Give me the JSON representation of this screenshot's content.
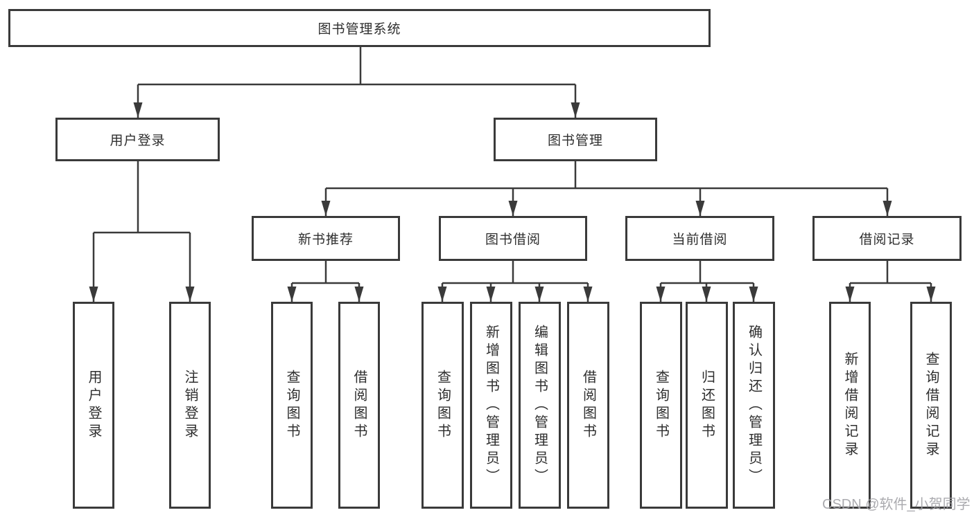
{
  "diagram": {
    "type": "hierarchy-flowchart",
    "line_color": "#3a3a3a",
    "text_color": "#2e2e2e",
    "box_background": "#ffffff",
    "root": {
      "label": "图书管理系统",
      "children": [
        {
          "label": "用户登录",
          "children": [
            {
              "label": "用户登录"
            },
            {
              "label": "注销登录"
            }
          ]
        },
        {
          "label": "图书管理",
          "children": [
            {
              "label": "新书推荐",
              "children": [
                {
                  "label": "查询图书"
                },
                {
                  "label": "借阅图书"
                }
              ]
            },
            {
              "label": "图书借阅",
              "children": [
                {
                  "label": "查询图书"
                },
                {
                  "label": "新增图书（管理员）"
                },
                {
                  "label": "编辑图书（管理员）"
                },
                {
                  "label": "借阅图书"
                }
              ]
            },
            {
              "label": "当前借阅",
              "children": [
                {
                  "label": "查询图书"
                },
                {
                  "label": "归还图书"
                },
                {
                  "label": "确认归还（管理员）"
                }
              ]
            },
            {
              "label": "借阅记录",
              "children": [
                {
                  "label": "新增借阅记录"
                },
                {
                  "label": "查询借阅记录"
                }
              ]
            }
          ]
        }
      ]
    }
  },
  "watermark": {
    "text": "CSDN @软件_小贺同学",
    "color": "#a2a2a7"
  }
}
